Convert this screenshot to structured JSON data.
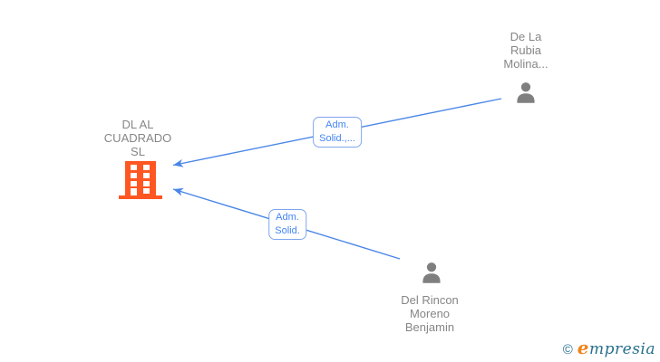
{
  "diagram": {
    "company": {
      "label_lines": [
        "DL AL",
        "CUADRADO",
        "SL"
      ]
    },
    "persons": [
      {
        "label_lines": [
          "De La",
          "Rubia",
          "Molina..."
        ]
      },
      {
        "label_lines": [
          "Del Rincon",
          "Moreno",
          "Benjamin"
        ]
      }
    ],
    "edges": [
      {
        "label_lines": [
          "Adm.",
          "Solid.,..."
        ],
        "from": "person-top",
        "to": "company"
      },
      {
        "label_lines": [
          "Adm.",
          "Solid."
        ],
        "from": "person-bottom",
        "to": "company"
      }
    ],
    "colors": {
      "edge_blue": "#4a86e8",
      "edge_label_text": "#4285f4",
      "edge_label_border": "#7ea6f0",
      "building_orange": "#ff5722",
      "person_gray": "#7f7f7f",
      "label_gray": "#868686",
      "brand_teal": "#26708c",
      "brand_orange": "#f0841c"
    }
  },
  "footer": {
    "copyright_symbol": "©",
    "brand_lead": "e",
    "brand_rest": "mpresia"
  }
}
